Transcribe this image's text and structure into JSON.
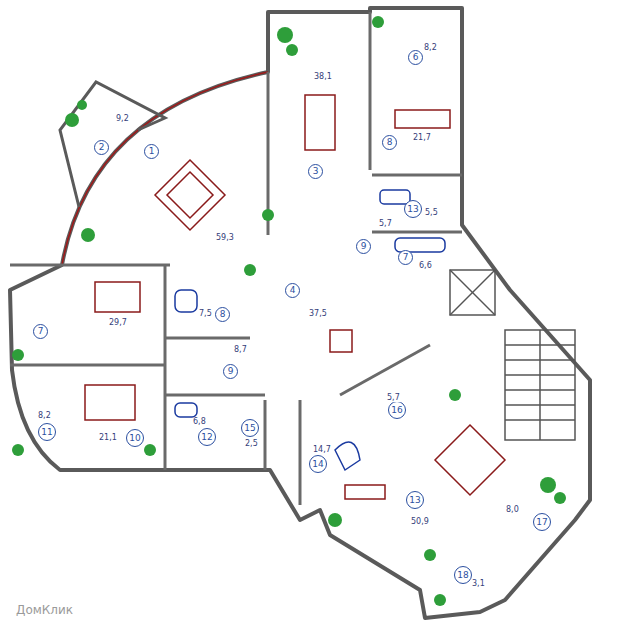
{
  "diagram": {
    "nodes": [
      {
        "text": [
          "6"
        ]
      },
      {
        "text": [
          "8"
        ]
      },
      {
        "text": [
          "2"
        ]
      },
      {
        "text": [
          "1"
        ]
      },
      {
        "text": [
          "3"
        ]
      },
      {
        "text": [
          "13"
        ]
      },
      {
        "text": [
          "9"
        ]
      },
      {
        "text": [
          "7"
        ]
      },
      {
        "text": [
          "4"
        ]
      },
      {
        "text": [
          "8"
        ]
      },
      {
        "text": [
          "7"
        ]
      },
      {
        "text": [
          "9"
        ]
      },
      {
        "text": [
          "16"
        ]
      },
      {
        "text": [
          "15"
        ]
      },
      {
        "text": [
          "11"
        ]
      },
      {
        "text": [
          "12"
        ]
      },
      {
        "text": [
          "10"
        ]
      },
      {
        "text": [
          "14"
        ]
      },
      {
        "text": [
          "13"
        ]
      },
      {
        "text": [
          "17"
        ]
      },
      {
        "text": [
          "18"
        ]
      }
    ],
    "labels": [
      "8,2",
      "38,1",
      "9,2",
      "21,7",
      "5,5",
      "5,7",
      "59,3",
      "6,6",
      "37,5",
      "7,5",
      "29,7",
      "8,7",
      "5,7",
      "8,2",
      "6,8",
      "21,1",
      "2,5",
      "14,7",
      "8,0",
      "50,9",
      "3,1",
      "ДомКлик"
    ]
  }
}
